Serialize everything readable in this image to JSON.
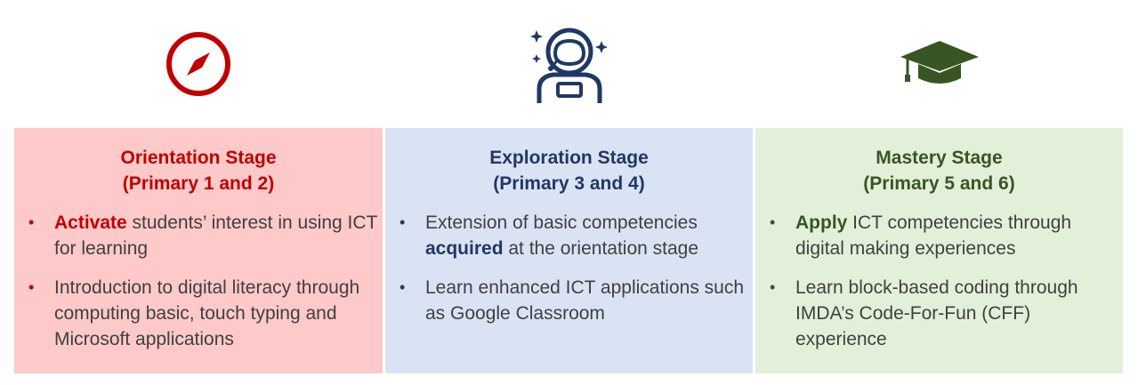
{
  "colors": {
    "orientation": "#c00000",
    "exploration": "#203864",
    "mastery": "#375623",
    "orientation_bg": "#fdc9c9",
    "exploration_bg": "#dae3f3",
    "mastery_bg": "#e2f0d9"
  },
  "stages": [
    {
      "icon": "compass-icon",
      "title": "Orientation Stage",
      "subtitle": "(Primary 1 and 2)",
      "bullets": [
        {
          "bold": "Activate",
          "text": " students’ interest in using ICT for learning"
        },
        {
          "bold": "",
          "text": "Introduction to digital literacy through computing basic, touch typing and Microsoft applications"
        }
      ]
    },
    {
      "icon": "astronaut-icon",
      "title": "Exploration Stage",
      "subtitle": "(Primary 3 and 4)",
      "bullets": [
        {
          "pre": "Extension of basic competencies ",
          "bold": "acquired",
          "text": " at the orientation stage"
        },
        {
          "bold": "",
          "text": "Learn enhanced ICT applications such as Google Classroom"
        }
      ]
    },
    {
      "icon": "graduation-cap-icon",
      "title": "Mastery Stage",
      "subtitle": "(Primary 5 and 6)",
      "bullets": [
        {
          "bold": "Apply",
          "text": " ICT competencies through digital making experiences"
        },
        {
          "bold": "",
          "text": "Learn block-based coding through IMDA’s  Code-For-Fun (CFF) experience"
        }
      ]
    }
  ]
}
